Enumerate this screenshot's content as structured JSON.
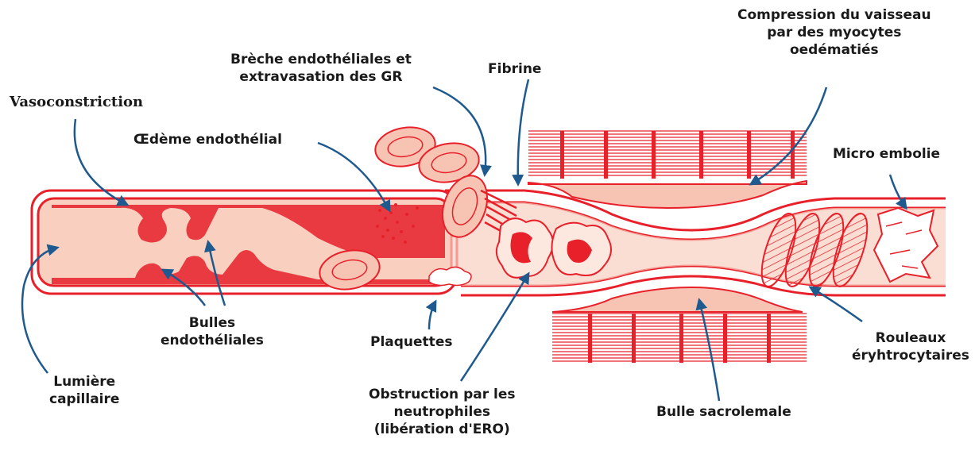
{
  "colors": {
    "vessel_red": "#e8202a",
    "fill_light": "#f7c3b2",
    "fill_mid": "#f19a8a",
    "arrow_blue": "#1f5a8e",
    "background": "#ffffff"
  },
  "labels": {
    "vasoconstriction": [
      "Vasoconstriction"
    ],
    "oedeme": [
      "Œdème endothélial"
    ],
    "breche": [
      "Brèche endothéliales et",
      "extravasation des GR"
    ],
    "fibrine": [
      "Fibrine"
    ],
    "compression": [
      "Compression du vaisseau",
      "par des myocytes",
      "oedématiés"
    ],
    "micro_embolie": [
      "Micro embolie"
    ],
    "bulles": [
      "Bulles",
      "endothéliales"
    ],
    "lumiere": [
      "Lumière",
      "capillaire"
    ],
    "plaquettes": [
      "Plaquettes"
    ],
    "obstruction": [
      "Obstruction par les",
      "neutrophiles",
      "(libération d'ERO)"
    ],
    "bulle_sacro": [
      "Bulle sacrolemale"
    ],
    "rouleaux": [
      "Rouleaux",
      "éryhtrocytaires"
    ]
  }
}
